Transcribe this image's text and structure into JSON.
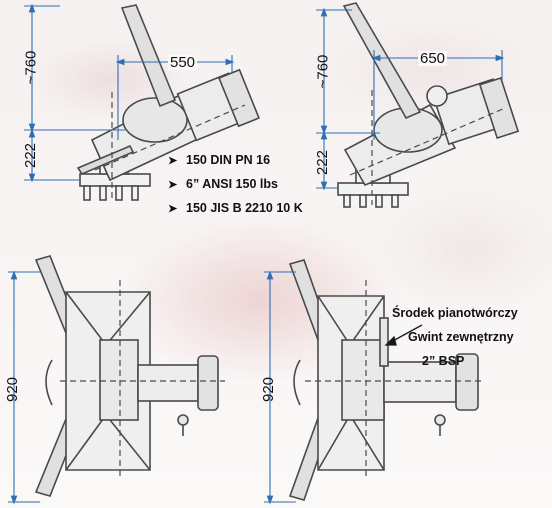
{
  "dimensions": {
    "side_left": {
      "height_top": "~760",
      "height_bottom": "222",
      "reach": "550"
    },
    "side_right": {
      "height_top": "~760",
      "height_bottom": "222",
      "reach": "650"
    },
    "top_left": {
      "width": "920"
    },
    "top_right": {
      "width": "920"
    }
  },
  "flange_specs": [
    "150 DIN PN 16",
    "6” ANSI 150 lbs",
    "150 JIS B 2210 10 K"
  ],
  "foam_note": {
    "line1": "Środek pianotwórczy",
    "line2": "Gwint zewnętrzny",
    "line3": "2” BSP"
  },
  "colors": {
    "line": "#4a4a4a",
    "dimension": "#2f6db5",
    "arrow": "#1a1a1a",
    "bullet": "#1a1a1a"
  },
  "icons": {
    "bullet": "triangle-bullet-icon"
  }
}
